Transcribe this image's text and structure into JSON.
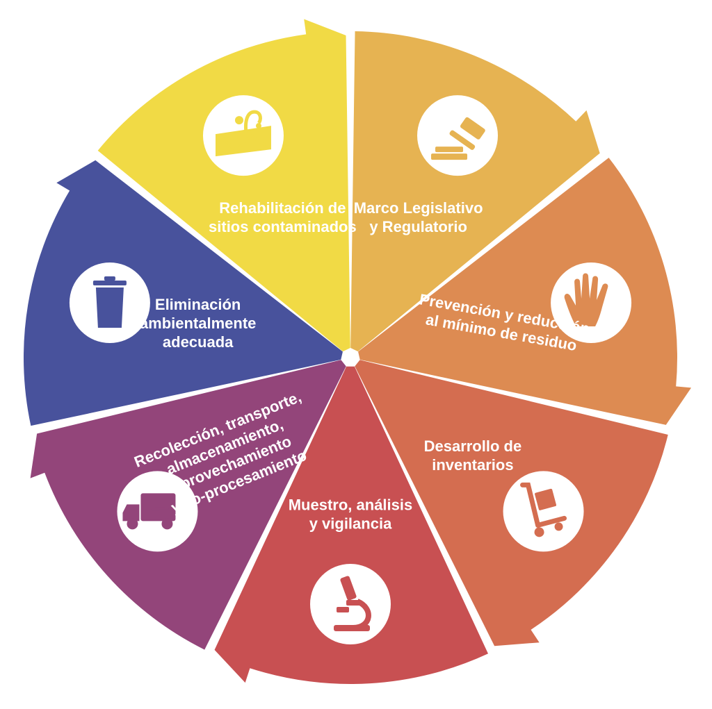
{
  "segments": [
    {
      "id": "marco",
      "color": "#E6B352",
      "label_lines": [
        "Marco Legislativo",
        "y Regulatorio"
      ],
      "icon": "gavel-icon"
    },
    {
      "id": "prevencion",
      "color": "#DD8B52",
      "label_lines": [
        "Prevención y reducción",
        "al mínimo de residuo"
      ],
      "icon": "hand-icon"
    },
    {
      "id": "inventarios",
      "color": "#D46D50",
      "label_lines": [
        "Desarrollo de",
        "inventarios"
      ],
      "icon": "hand-truck-icon"
    },
    {
      "id": "muestreo",
      "color": "#C85052",
      "label_lines": [
        "Muestro, análisis",
        "y vigilancia"
      ],
      "icon": "microscope-icon"
    },
    {
      "id": "recoleccion",
      "color": "#93457A",
      "label_lines": [
        "Recolección, transporte,",
        "almacenamiento,",
        "aprovechamiento",
        "y co-procesamiento"
      ],
      "icon": "recycling-truck-icon"
    },
    {
      "id": "eliminacion",
      "color": "#48529C",
      "label_lines": [
        "Eliminación",
        "ambientalmente",
        "adecuada"
      ],
      "icon": "trash-can-icon"
    },
    {
      "id": "rehabilitacion",
      "color": "#F1DA45",
      "label_lines": [
        "Rehabilitación de",
        "sitios contaminados"
      ],
      "icon": "contaminated-site-icon"
    }
  ]
}
